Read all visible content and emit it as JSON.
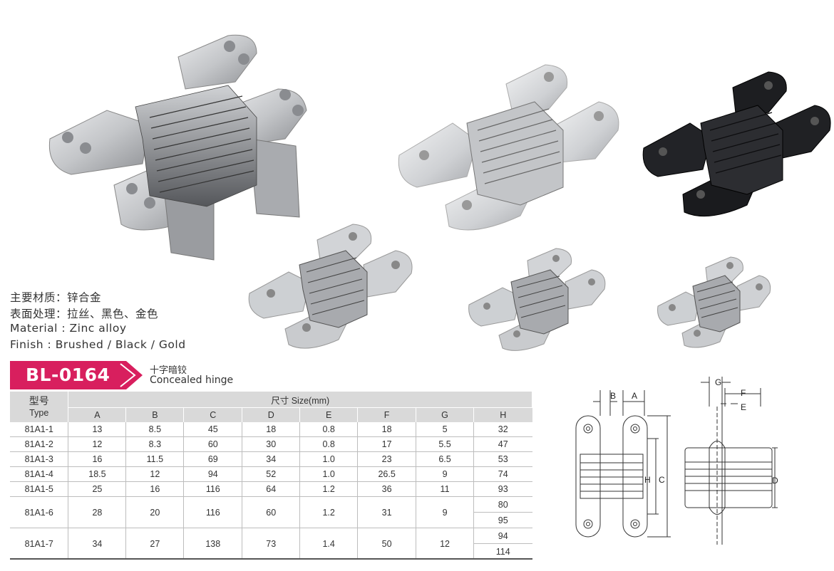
{
  "materials": {
    "line1": "主要材质：锌合金",
    "line2": "表面处理：拉丝、黑色、金色",
    "line3": "Material : Zinc alloy",
    "line4": "Finish :  Brushed / Black / Gold"
  },
  "banner": {
    "model": "BL-0164",
    "name_cn": "十字暗铰",
    "name_en": "Concealed hinge"
  },
  "table": {
    "type_cn": "型号",
    "type_en": "Type",
    "size_header": "尺寸  Size(mm)",
    "columns": [
      "A",
      "B",
      "C",
      "D",
      "E",
      "F",
      "G",
      "H"
    ],
    "rows": [
      {
        "type": "81A1-1",
        "A": "13",
        "B": "8.5",
        "C": "45",
        "D": "18",
        "E": "0.8",
        "F": "18",
        "G": "5",
        "H": "32"
      },
      {
        "type": "81A1-2",
        "A": "12",
        "B": "8.3",
        "C": "60",
        "D": "30",
        "E": "0.8",
        "F": "17",
        "G": "5.5",
        "H": "47"
      },
      {
        "type": "81A1-3",
        "A": "16",
        "B": "11.5",
        "C": "69",
        "D": "34",
        "E": "1.0",
        "F": "23",
        "G": "6.5",
        "H": "53"
      },
      {
        "type": "81A1-4",
        "A": "18.5",
        "B": "12",
        "C": "94",
        "D": "52",
        "E": "1.0",
        "F": "26.5",
        "G": "9",
        "H": "74"
      },
      {
        "type": "81A1-5",
        "A": "25",
        "B": "16",
        "C": "116",
        "D": "64",
        "E": "1.2",
        "F": "36",
        "G": "11",
        "H": "93"
      },
      {
        "type": "81A1-6",
        "A": "28",
        "B": "20",
        "C": "116",
        "D": "60",
        "E": "1.2",
        "F": "31",
        "G": "9",
        "H1": "80",
        "H2": "95"
      },
      {
        "type": "81A1-7",
        "A": "34",
        "B": "27",
        "C": "138",
        "D": "73",
        "E": "1.4",
        "F": "50",
        "G": "12",
        "H1": "94",
        "H2": "114"
      }
    ]
  },
  "drawing_labels": {
    "A": "A",
    "B": "B",
    "C": "C",
    "D": "D",
    "E": "E",
    "F": "F",
    "G": "G",
    "H": "H"
  },
  "colors": {
    "banner": "#d81f5e",
    "table_header": "#d9d9d9",
    "silver": "#c9cbce",
    "black_finish": "#1c1d20"
  }
}
